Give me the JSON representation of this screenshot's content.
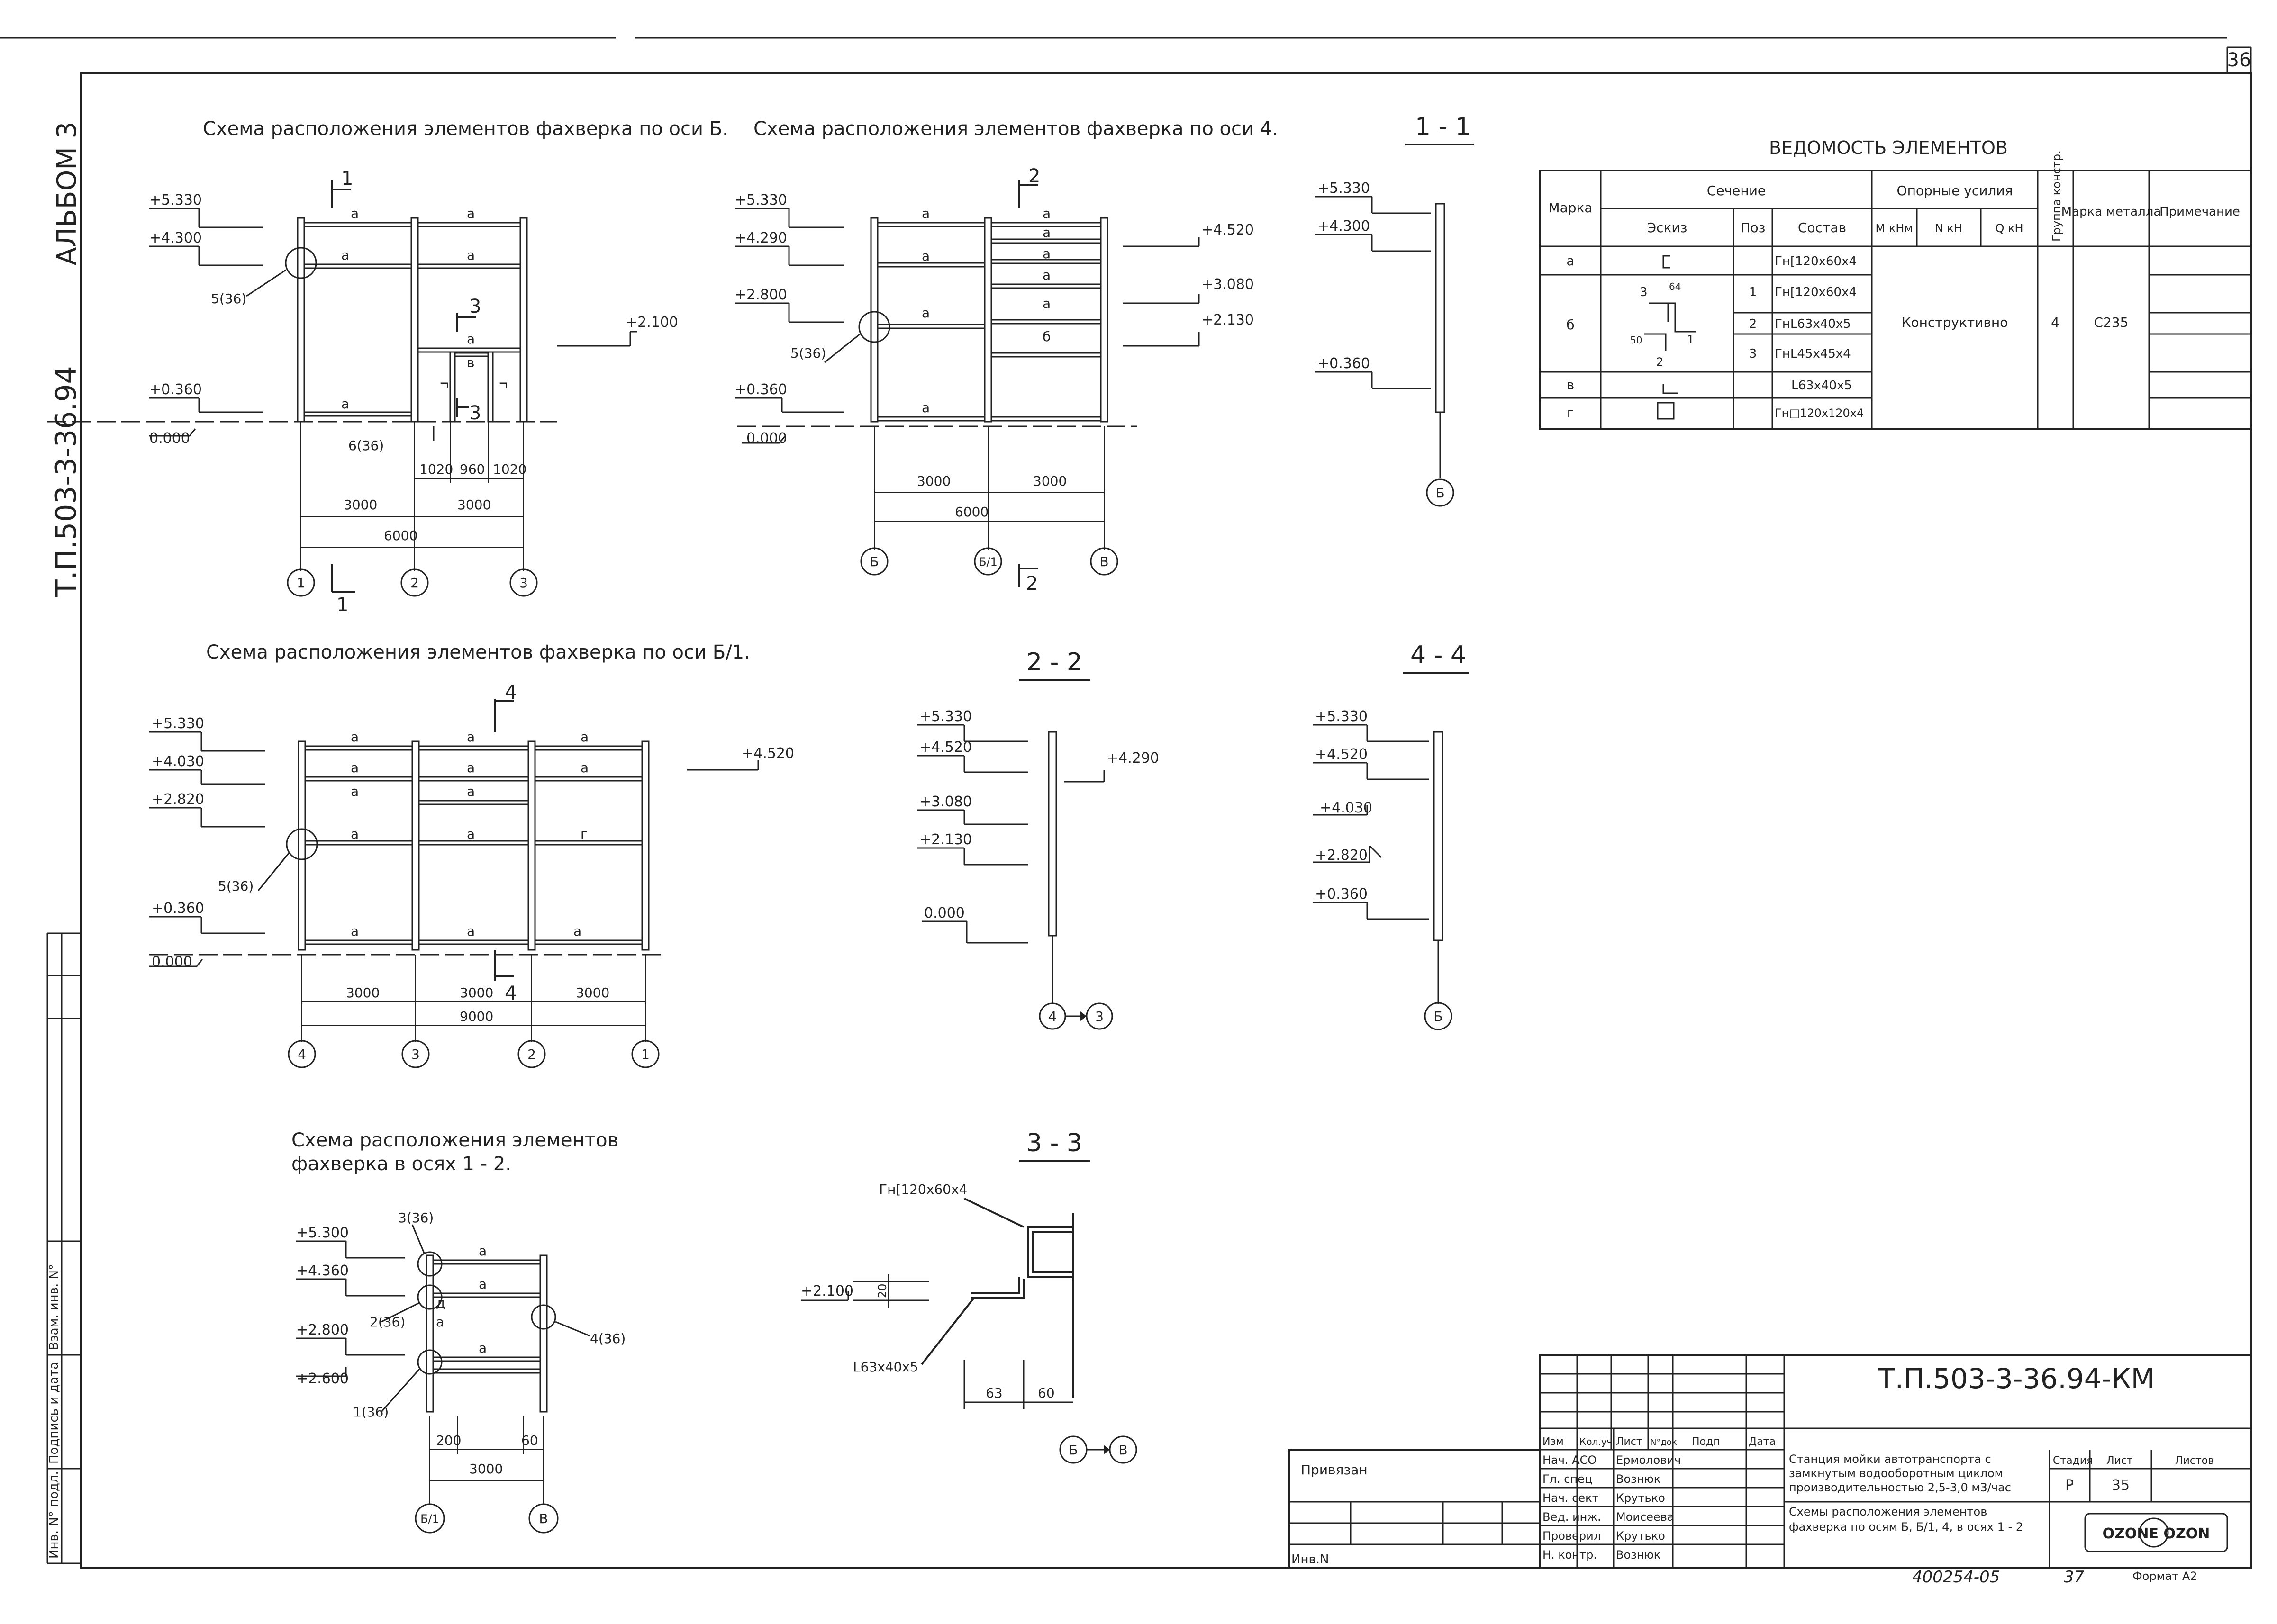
{
  "sheet": {
    "number": "36",
    "album_side": "АЛЬБОМ 3",
    "code_side": "Т.П.503-3-36.94",
    "side_stamp": [
      "Инв. N° подл.",
      "Подпись и дата",
      "Взам. инв. N°"
    ]
  },
  "view_b": {
    "title": "Схема расположения элементов фахверка по оси Б.",
    "levels": [
      "+5.330",
      "+4.300",
      "+0.360",
      "0.000",
      "+2.100"
    ],
    "labels": [
      "a",
      "a",
      "a",
      "a",
      "a",
      "a",
      "в",
      "г",
      "г"
    ],
    "callouts": [
      "5(36)",
      "6(36)"
    ],
    "cuts": [
      "1",
      "1",
      "3",
      "3"
    ],
    "dims": [
      "1020",
      "960",
      "1020",
      "3000",
      "3000",
      "6000"
    ],
    "axes": [
      "1",
      "2",
      "3"
    ]
  },
  "view_4": {
    "title": "Схема расположения элементов фахверка по оси 4.",
    "levels": [
      "+5.330",
      "+4.290",
      "+2.800",
      "+0.360",
      "0.000",
      "+4.520",
      "+3.080",
      "+2.130"
    ],
    "labels": [
      "a",
      "a",
      "a",
      "a",
      "a",
      "a",
      "a",
      "a",
      "б",
      "a"
    ],
    "callouts": [
      "5(36)"
    ],
    "cuts": [
      "2",
      "2"
    ],
    "dims": [
      "3000",
      "3000",
      "6000"
    ],
    "axes": [
      "Б",
      "Б/1",
      "В"
    ]
  },
  "section_1": {
    "title": "1 - 1",
    "levels": [
      "+5.330",
      "+4.300",
      "+0.360"
    ],
    "axis": "Б"
  },
  "table": {
    "title": "ВЕДОМОСТЬ ЭЛЕМЕНТОВ",
    "headers": {
      "mark": "Марка",
      "section": "Сечение",
      "sketch": "Эскиз",
      "pos": "Поз",
      "comp": "Состав",
      "forces": "Опорные усилия",
      "m": "M кНм",
      "n": "N кН",
      "q": "Q кН",
      "group": "Группа констр.",
      "metal": "Марка металла",
      "note": "Примечание"
    },
    "rows": [
      {
        "mark": "a",
        "pos": "",
        "comp": "Гн[120x60x4"
      },
      {
        "mark": "б",
        "pos": "1",
        "comp": "Гн[120x60x4"
      },
      {
        "mark": "",
        "pos": "2",
        "comp": "ГнL63x40x5"
      },
      {
        "mark": "",
        "pos": "3",
        "comp": "ГнL45x45x4"
      },
      {
        "mark": "в",
        "pos": "",
        "comp": "L63x40x5"
      },
      {
        "mark": "г",
        "pos": "",
        "comp": "Гн□120x120x4"
      }
    ],
    "merged": {
      "forces": "Конструктивно",
      "group": "4",
      "metal": "С235"
    },
    "sketch_labels": [
      "3",
      "64",
      "50",
      "2",
      "1"
    ]
  },
  "view_b1": {
    "title": "Схема расположения элементов фахверка по оси Б/1.",
    "levels": [
      "+5.330",
      "+4.030",
      "+2.820",
      "+0.360",
      "0.000",
      "+4.520"
    ],
    "labels": [
      "a",
      "a",
      "a",
      "a",
      "a",
      "a",
      "a",
      "a",
      "a",
      "a",
      "г",
      "a",
      "a",
      "a"
    ],
    "callouts": [
      "5(36)"
    ],
    "cuts": [
      "4",
      "4"
    ],
    "dims": [
      "3000",
      "3000",
      "3000",
      "9000"
    ],
    "axes": [
      "4",
      "3",
      "2",
      "1"
    ]
  },
  "section_2": {
    "title": "2 - 2",
    "levels": [
      "+5.330",
      "+4.520",
      "+3.080",
      "+2.130",
      "0.000",
      "+4.290"
    ],
    "axes": [
      "4",
      "3"
    ]
  },
  "section_4": {
    "title": "4 - 4",
    "levels": [
      "+5.330",
      "+4.520",
      "+4.030",
      "+2.820",
      "+0.360"
    ],
    "axis": "Б"
  },
  "view_12": {
    "title_line1": "Схема расположения элементов",
    "title_line2": "фахверка в осях 1 - 2.",
    "levels": [
      "+5.300",
      "+4.360",
      "+2.800",
      "+2.600"
    ],
    "labels": [
      "a",
      "a",
      "a",
      "a",
      "д"
    ],
    "callouts": [
      "3(36)",
      "2(36)",
      "1(36)",
      "4(36)"
    ],
    "dims": [
      "200",
      "60",
      "3000"
    ],
    "axes": [
      "Б/1",
      "В"
    ]
  },
  "section_3": {
    "title": "3 - 3",
    "profile_top": "Гн[120x60x4",
    "profile_bottom": "L63x40x5",
    "level": "+2.100",
    "dims": [
      "20",
      "63",
      "60"
    ],
    "axes": [
      "Б",
      "В"
    ]
  },
  "stamp": {
    "code": "Т.П.503-3-36.94-КМ",
    "bound_to": "Привязан",
    "inv_no": "Инв.N",
    "col_heads": [
      "Изм",
      "Кол.уч",
      "Лист",
      "N°док",
      "Подп",
      "Дата"
    ],
    "roles": [
      "Нач. АСО",
      "Гл. спец",
      "Нач. сект",
      "Вед. инж.",
      "Проверил",
      "Н. контр."
    ],
    "names": [
      "Ермолович",
      "Вознюк",
      "Крутько",
      "Моисеева",
      "Крутько",
      "Вознюк"
    ],
    "project": "Станция мойки автотранспорта с замкнутым водооборотным циклом производительностью 2,5-3,0 м3/час",
    "drawing": "Схемы расположения элементов фахверка по осям Б, Б/1, 4, в осях 1 - 2",
    "stage_label": "Стадия",
    "sheet_label": "Лист",
    "sheets_label": "Листов",
    "stage": "Р",
    "sheet_no": "35",
    "org": "OZONE OZON",
    "inventory": "400254-05",
    "copy_no": "37",
    "format": "Формат А2"
  }
}
